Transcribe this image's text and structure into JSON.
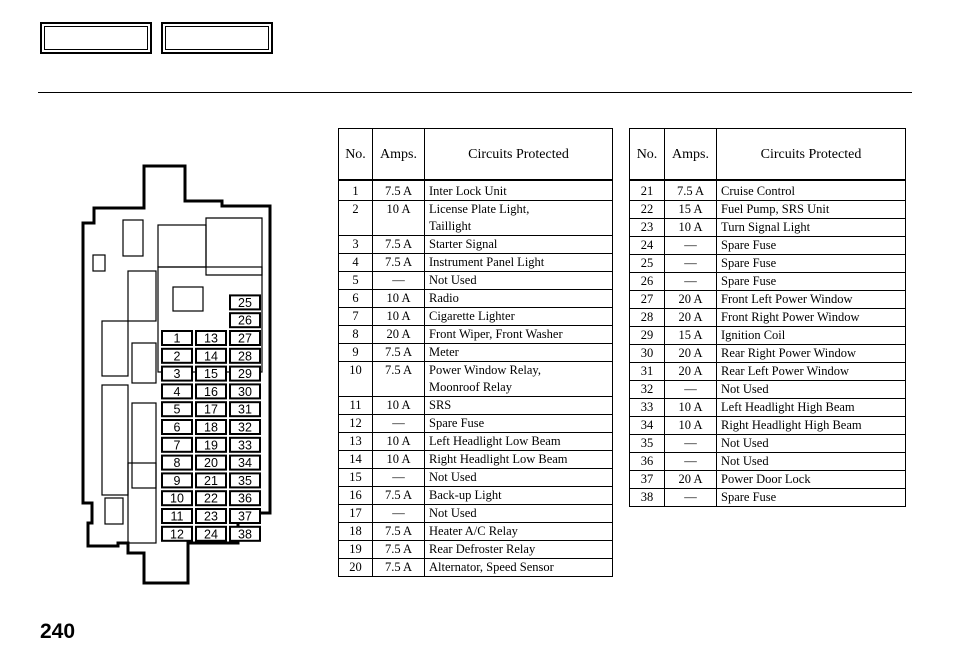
{
  "nav": {
    "button_1": "",
    "button_2": ""
  },
  "page_number": "240",
  "headers": {
    "no": "No.",
    "amps": "Amps.",
    "circuits": "Circuits Protected"
  },
  "left_table": [
    {
      "no": "1",
      "amps": "7.5 A",
      "circuit": [
        "Inter Lock Unit"
      ]
    },
    {
      "no": "2",
      "amps": "10 A",
      "circuit": [
        "License Plate Light,",
        "Taillight"
      ]
    },
    {
      "no": "3",
      "amps": "7.5 A",
      "circuit": [
        "Starter Signal"
      ]
    },
    {
      "no": "4",
      "amps": "7.5 A",
      "circuit": [
        "Instrument Panel Light"
      ]
    },
    {
      "no": "5",
      "amps": "—",
      "circuit": [
        "Not Used"
      ]
    },
    {
      "no": "6",
      "amps": "10 A",
      "circuit": [
        "Radio"
      ]
    },
    {
      "no": "7",
      "amps": "10 A",
      "circuit": [
        "Cigarette Lighter"
      ]
    },
    {
      "no": "8",
      "amps": "20 A",
      "circuit": [
        "Front Wiper, Front Washer"
      ]
    },
    {
      "no": "9",
      "amps": "7.5 A",
      "circuit": [
        "Meter"
      ]
    },
    {
      "no": "10",
      "amps": "7.5 A",
      "circuit": [
        "Power Window Relay,",
        "Moonroof Relay"
      ]
    },
    {
      "no": "11",
      "amps": "10 A",
      "circuit": [
        "SRS"
      ]
    },
    {
      "no": "12",
      "amps": "—",
      "circuit": [
        "Spare Fuse"
      ]
    },
    {
      "no": "13",
      "amps": "10 A",
      "circuit": [
        "Left Headlight Low Beam"
      ]
    },
    {
      "no": "14",
      "amps": "10 A",
      "circuit": [
        "Right Headlight Low Beam"
      ]
    },
    {
      "no": "15",
      "amps": "—",
      "circuit": [
        "Not Used"
      ]
    },
    {
      "no": "16",
      "amps": "7.5 A",
      "circuit": [
        "Back-up Light"
      ]
    },
    {
      "no": "17",
      "amps": "—",
      "circuit": [
        "Not Used"
      ]
    },
    {
      "no": "18",
      "amps": "7.5 A",
      "circuit": [
        "Heater A/C Relay"
      ]
    },
    {
      "no": "19",
      "amps": "7.5 A",
      "circuit": [
        "Rear Defroster Relay"
      ]
    },
    {
      "no": "20",
      "amps": "7.5 A",
      "circuit": [
        "Alternator, Speed Sensor"
      ]
    }
  ],
  "right_table": [
    {
      "no": "21",
      "amps": "7.5 A",
      "circuit": [
        "Cruise Control"
      ]
    },
    {
      "no": "22",
      "amps": "15 A",
      "circuit": [
        "Fuel Pump, SRS Unit"
      ]
    },
    {
      "no": "23",
      "amps": "10 A",
      "circuit": [
        "Turn Signal Light"
      ]
    },
    {
      "no": "24",
      "amps": "—",
      "circuit": [
        "Spare Fuse"
      ]
    },
    {
      "no": "25",
      "amps": "—",
      "circuit": [
        "Spare Fuse"
      ]
    },
    {
      "no": "26",
      "amps": "—",
      "circuit": [
        "Spare Fuse"
      ]
    },
    {
      "no": "27",
      "amps": "20 A",
      "circuit": [
        "Front Left Power Window"
      ]
    },
    {
      "no": "28",
      "amps": "20 A",
      "circuit": [
        "Front Right Power Window"
      ]
    },
    {
      "no": "29",
      "amps": "15 A",
      "circuit": [
        "Ignition Coil"
      ]
    },
    {
      "no": "30",
      "amps": "20 A",
      "circuit": [
        "Rear Right Power Window"
      ]
    },
    {
      "no": "31",
      "amps": "20 A",
      "circuit": [
        "Rear Left Power Window"
      ]
    },
    {
      "no": "32",
      "amps": "—",
      "circuit": [
        "Not Used"
      ]
    },
    {
      "no": "33",
      "amps": "10 A",
      "circuit": [
        "Left Headlight High Beam"
      ]
    },
    {
      "no": "34",
      "amps": "10 A",
      "circuit": [
        "Right Headlight High Beam"
      ]
    },
    {
      "no": "35",
      "amps": "—",
      "circuit": [
        "Not Used"
      ]
    },
    {
      "no": "36",
      "amps": "—",
      "circuit": [
        "Not Used"
      ]
    },
    {
      "no": "37",
      "amps": "20 A",
      "circuit": [
        "Power Door Lock"
      ]
    },
    {
      "no": "38",
      "amps": "—",
      "circuit": [
        "Spare Fuse"
      ]
    }
  ],
  "diagram": {
    "top_labels": [
      "25",
      "26"
    ],
    "rows": [
      [
        "1",
        "13",
        "27"
      ],
      [
        "2",
        "14",
        "28"
      ],
      [
        "3",
        "15",
        "29"
      ],
      [
        "4",
        "16",
        "30"
      ],
      [
        "5",
        "17",
        "31"
      ],
      [
        "6",
        "18",
        "32"
      ],
      [
        "7",
        "19",
        "33"
      ],
      [
        "8",
        "20",
        "34"
      ],
      [
        "9",
        "21",
        "35"
      ],
      [
        "10",
        "22",
        "36"
      ],
      [
        "11",
        "23",
        "37"
      ],
      [
        "12",
        "24",
        "38"
      ]
    ]
  }
}
